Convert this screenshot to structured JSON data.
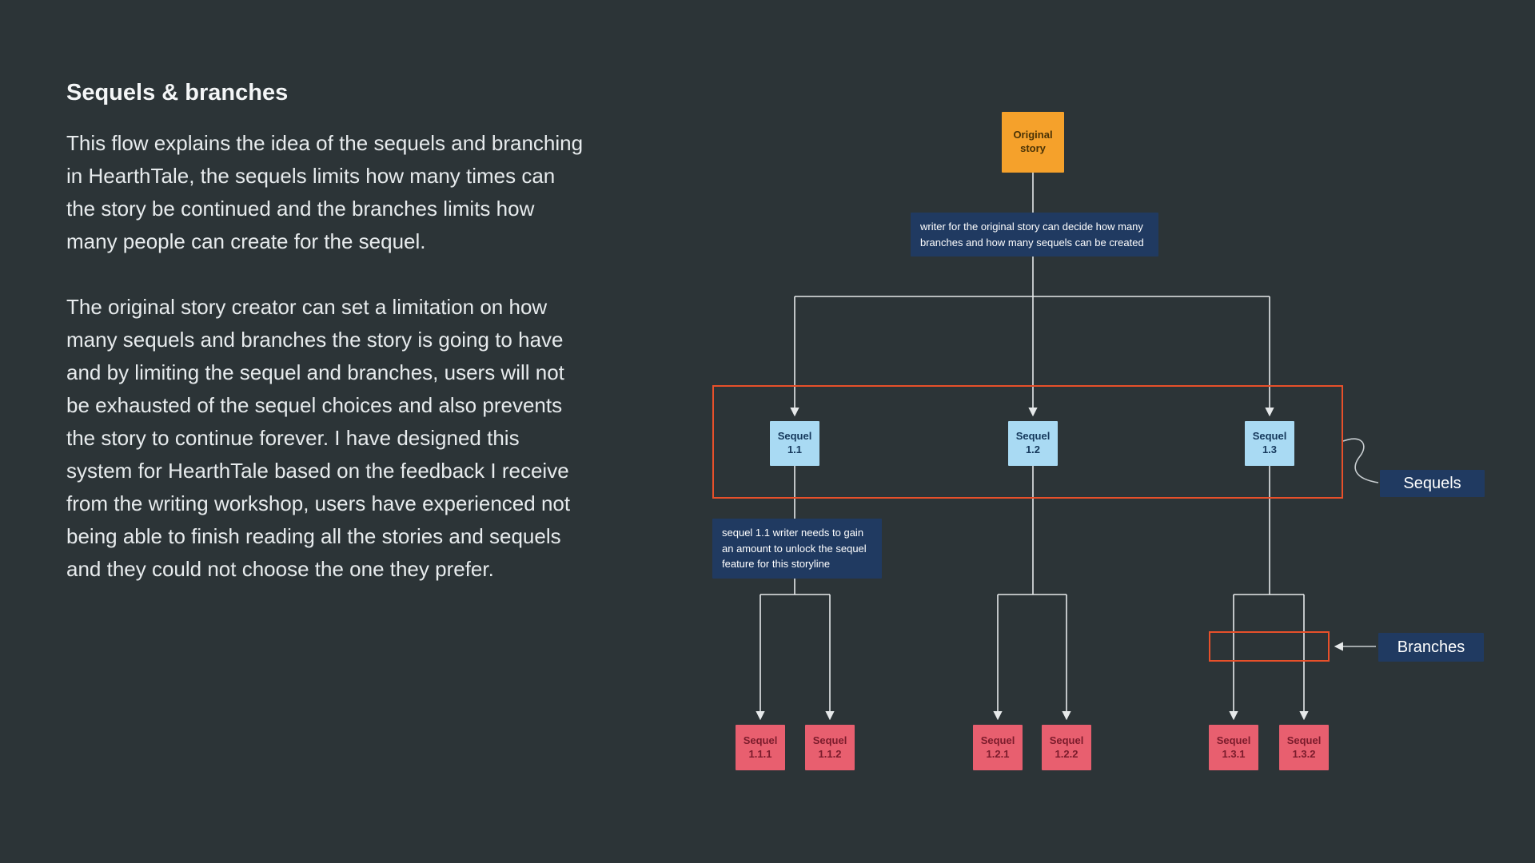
{
  "article": {
    "heading": "Sequels & branches",
    "paragraph1": "This flow explains the idea of the sequels and branching in HearthTale, the sequels limits how many times can the story be continued and the branches limits how many people can create for the sequel.",
    "paragraph2": "The original story creator can set a limitation on how many sequels and branches the story is going to have and by limiting the sequel and branches, users will not be exhausted of the sequel choices and also prevents the story to continue forever. I have designed this system for HearthTale based on the feedback I receive from the writing workshop, users have experienced not being able to finish reading all the stories and sequels and they could not choose the one they prefer."
  },
  "diagram": {
    "root": {
      "label": "Original\nstory"
    },
    "sequels": [
      {
        "label": "Sequel\n1.1"
      },
      {
        "label": "Sequel\n1.2"
      },
      {
        "label": "Sequel\n1.3"
      }
    ],
    "branches": [
      {
        "label": "Sequel\n1.1.1"
      },
      {
        "label": "Sequel\n1.1.2"
      },
      {
        "label": "Sequel\n1.2.1"
      },
      {
        "label": "Sequel\n1.2.2"
      },
      {
        "label": "Sequel\n1.3.1"
      },
      {
        "label": "Sequel\n1.3.2"
      }
    ],
    "annotations": {
      "writer_note": "writer for the original story can decide how many branches and how many sequels can be created",
      "unlock_note": "sequel 1.1 writer needs to gain an amount to unlock the sequel feature for this storyline"
    },
    "labels": {
      "sequels": "Sequels",
      "branches": "Branches"
    },
    "colors": {
      "background": "#2c3437",
      "root_fill": "#F5A12B",
      "sequel_fill": "#A9DAF3",
      "branch_fill": "#E85F6F",
      "note_fill": "#203A61",
      "highlight_stroke": "#E8502A",
      "connector": "#e6e9ea"
    }
  }
}
